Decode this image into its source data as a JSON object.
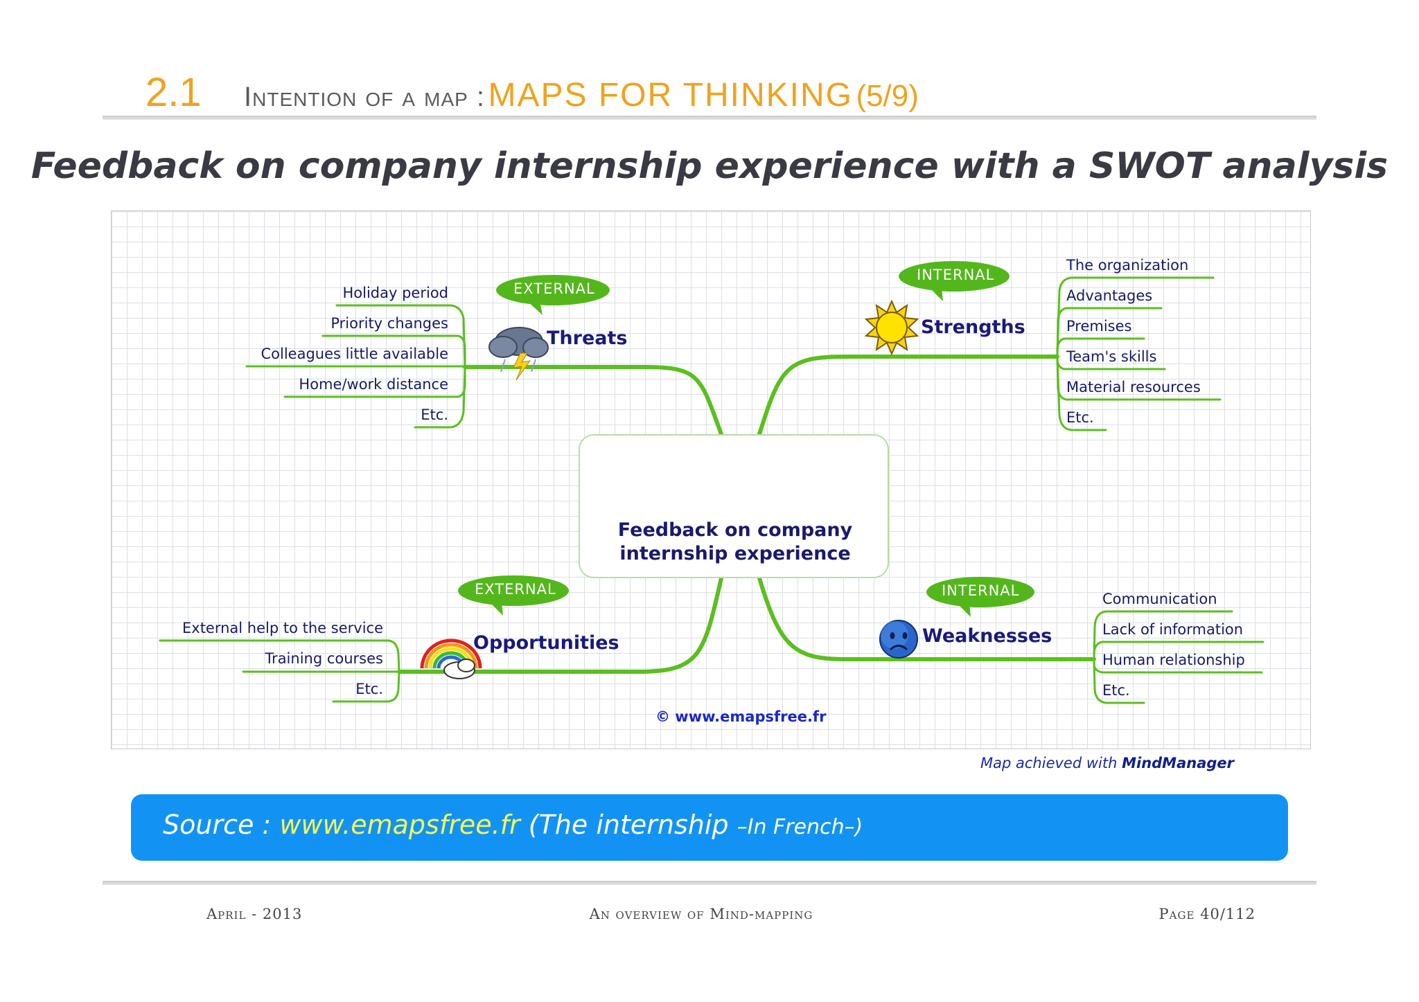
{
  "header": {
    "number": "2.1",
    "prefix": "Intention of a map :",
    "title": "MAPS FOR THINKING",
    "page_fraction": "(5/9)"
  },
  "subtitle": "Feedback on company internship experience with a SWOT analysis",
  "map": {
    "center": {
      "line1": "Feedback on company",
      "line2": "internship experience"
    },
    "branches": {
      "threats": {
        "label": "Threats",
        "tag": "EXTERNAL",
        "icon": "storm-cloud-icon",
        "items": [
          "Holiday period",
          "Priority changes",
          "Colleagues little available",
          "Home/work distance",
          "Etc."
        ]
      },
      "strengths": {
        "label": "Strengths",
        "tag": "INTERNAL",
        "icon": "sun-icon",
        "items": [
          "The organization",
          "Advantages",
          "Premises",
          "Team's skills",
          "Material resources",
          "Etc."
        ]
      },
      "opportunities": {
        "label": "Opportunities",
        "tag": "EXTERNAL",
        "icon": "rainbow-icon",
        "items": [
          "External help to the service",
          "Training courses",
          "Etc."
        ]
      },
      "weaknesses": {
        "label": "Weaknesses",
        "tag": "INTERNAL",
        "icon": "sad-face-icon",
        "items": [
          "Communication",
          "Lack of information",
          "Human relationship",
          "Etc."
        ]
      }
    },
    "copyright": "© www.emapsfree.fr"
  },
  "credit": {
    "prefix": "Map achieved with",
    "tool": "MindManager"
  },
  "source": {
    "prefix": "Source :",
    "link": "www.emapsfree.fr",
    "suffix": "(The internship",
    "note": "–In French–)"
  },
  "footer": {
    "left": "April - 2013",
    "center": "An overview of Mind-mapping",
    "right": "Page 40/112"
  },
  "colors": {
    "accent": "#f0a21e",
    "branch_green": "#5bbf1e",
    "source_bar": "#1293f3",
    "source_link": "#f5f55a",
    "text_navy": "#161a66"
  }
}
